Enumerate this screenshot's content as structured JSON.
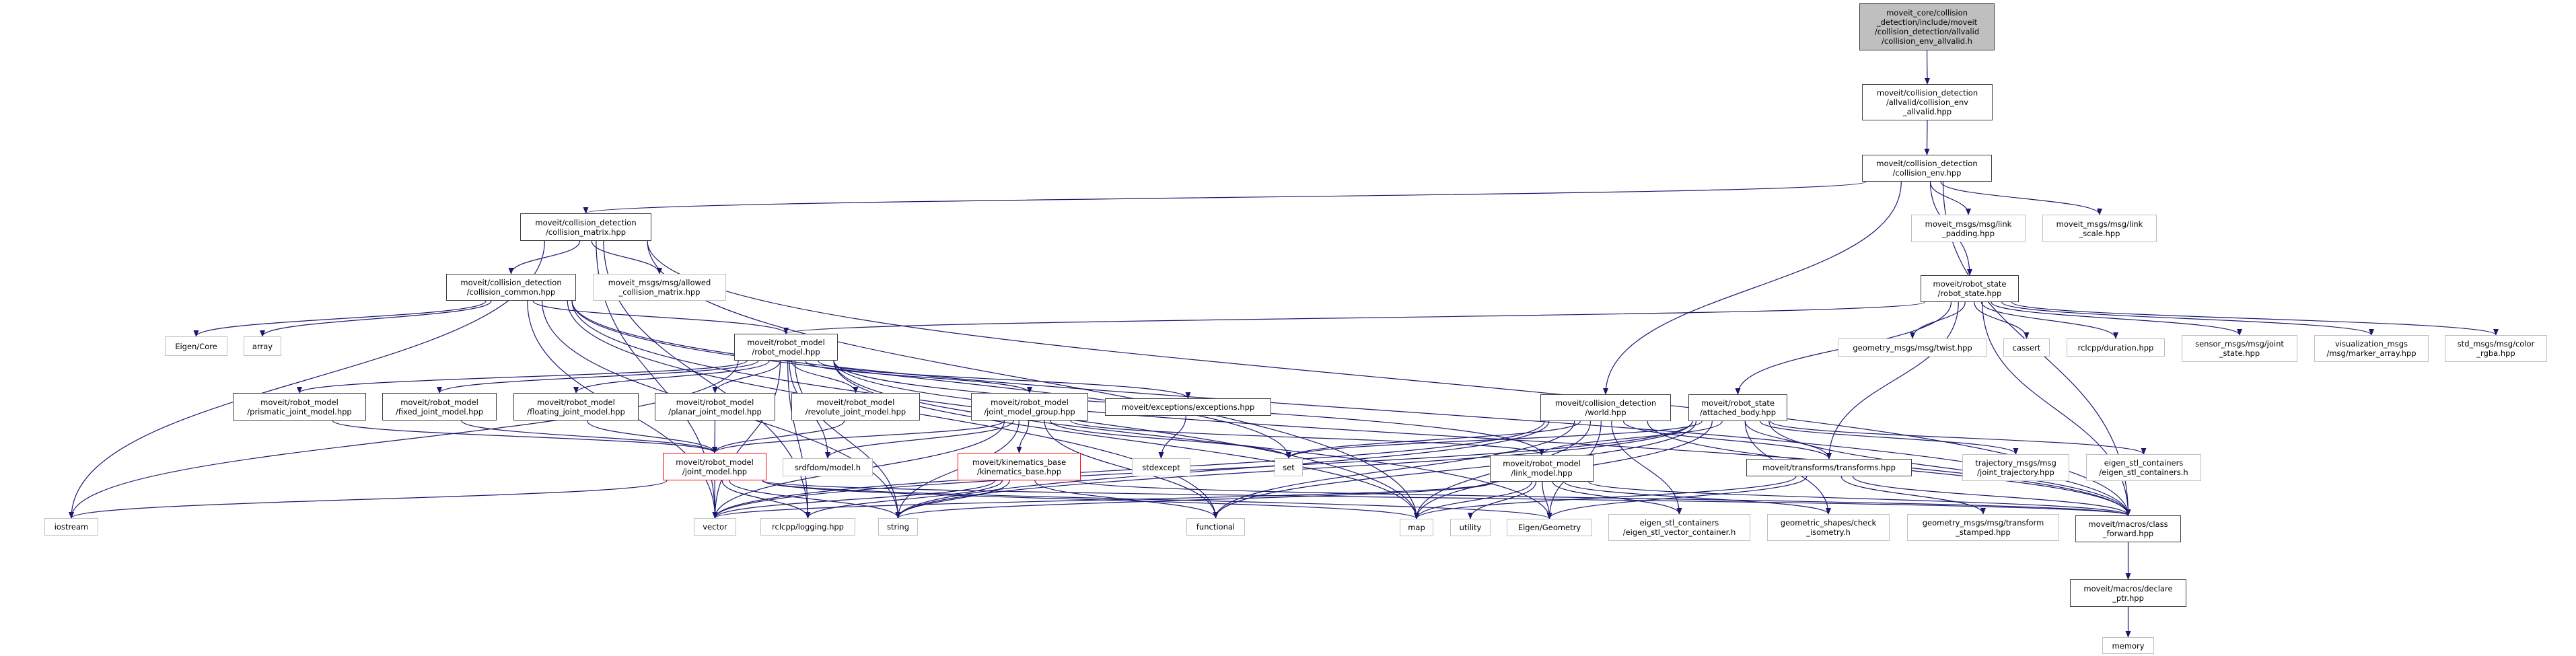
{
  "graph": {
    "edge_color": "#191970",
    "nodes": [
      {
        "id": "root",
        "kind": "root",
        "label": "moveit_core/collision\n_detection/include/moveit\n/collision_detection/allvalid\n/collision_env_allvalid.h"
      },
      {
        "id": "allvalid",
        "kind": "doc",
        "label": "moveit/collision_detection\n/allvalid/collision_env\n_allvalid.hpp"
      },
      {
        "id": "collision_env",
        "kind": "doc",
        "label": "moveit/collision_detection\n/collision_env.hpp"
      },
      {
        "id": "collision_matrix",
        "kind": "doc",
        "label": "moveit/collision_detection\n/collision_matrix.hpp"
      },
      {
        "id": "link_padding",
        "kind": "ext",
        "label": "moveit_msgs/msg/link\n_padding.hpp"
      },
      {
        "id": "link_scale",
        "kind": "ext",
        "label": "moveit_msgs/msg/link\n_scale.hpp"
      },
      {
        "id": "collision_common",
        "kind": "doc",
        "label": "moveit/collision_detection\n/collision_common.hpp"
      },
      {
        "id": "allowed_cm",
        "kind": "ext",
        "label": "moveit_msgs/msg/allowed\n_collision_matrix.hpp"
      },
      {
        "id": "robot_state",
        "kind": "doc",
        "label": "moveit/robot_state\n/robot_state.hpp"
      },
      {
        "id": "eigen_core",
        "kind": "ext",
        "label": "Eigen/Core"
      },
      {
        "id": "array",
        "kind": "ext",
        "label": "array"
      },
      {
        "id": "robot_model",
        "kind": "doc",
        "label": "moveit/robot_model\n/robot_model.hpp"
      },
      {
        "id": "twist",
        "kind": "ext",
        "label": "geometry_msgs/msg/twist.hpp"
      },
      {
        "id": "cassert",
        "kind": "ext",
        "label": "cassert"
      },
      {
        "id": "duration",
        "kind": "ext",
        "label": "rclcpp/duration.hpp"
      },
      {
        "id": "joint_state",
        "kind": "ext",
        "label": "sensor_msgs/msg/joint\n_state.hpp"
      },
      {
        "id": "marker_array",
        "kind": "ext",
        "label": "visualization_msgs\n/msg/marker_array.hpp"
      },
      {
        "id": "color_rgba",
        "kind": "ext",
        "label": "std_msgs/msg/color\n_rgba.hpp"
      },
      {
        "id": "prismatic",
        "kind": "doc",
        "label": "moveit/robot_model\n/prismatic_joint_model.hpp"
      },
      {
        "id": "fixed",
        "kind": "doc",
        "label": "moveit/robot_model\n/fixed_joint_model.hpp"
      },
      {
        "id": "floating",
        "kind": "doc",
        "label": "moveit/robot_model\n/floating_joint_model.hpp"
      },
      {
        "id": "planar",
        "kind": "doc",
        "label": "moveit/robot_model\n/planar_joint_model.hpp"
      },
      {
        "id": "revolute",
        "kind": "doc",
        "label": "moveit/robot_model\n/revolute_joint_model.hpp"
      },
      {
        "id": "jmg",
        "kind": "doc",
        "label": "moveit/robot_model\n/joint_model_group.hpp"
      },
      {
        "id": "exceptions",
        "kind": "doc",
        "label": "moveit/exceptions/exceptions.hpp"
      },
      {
        "id": "world",
        "kind": "doc",
        "label": "moveit/collision_detection\n/world.hpp"
      },
      {
        "id": "attached",
        "kind": "doc",
        "label": "moveit/robot_state\n/attached_body.hpp"
      },
      {
        "id": "joint_model",
        "kind": "red",
        "label": "moveit/robot_model\n/joint_model.hpp"
      },
      {
        "id": "srdfdom",
        "kind": "ext",
        "label": "srdfdom/model.h"
      },
      {
        "id": "kinematics",
        "kind": "red",
        "label": "moveit/kinematics_base\n/kinematics_base.hpp"
      },
      {
        "id": "stdexcept",
        "kind": "ext",
        "label": "stdexcept"
      },
      {
        "id": "set",
        "kind": "ext",
        "label": "set"
      },
      {
        "id": "link_model",
        "kind": "doc",
        "label": "moveit/robot_model\n/link_model.hpp"
      },
      {
        "id": "transforms",
        "kind": "doc",
        "label": "moveit/transforms/transforms.hpp"
      },
      {
        "id": "trajectory",
        "kind": "ext",
        "label": "trajectory_msgs/msg\n/joint_trajectory.hpp"
      },
      {
        "id": "eigen_stl_h",
        "kind": "ext",
        "label": "eigen_stl_containers\n/eigen_stl_containers.h"
      },
      {
        "id": "iostream",
        "kind": "ext",
        "label": "iostream"
      },
      {
        "id": "vector",
        "kind": "ext",
        "label": "vector"
      },
      {
        "id": "logging",
        "kind": "ext",
        "label": "rclcpp/logging.hpp"
      },
      {
        "id": "string",
        "kind": "ext",
        "label": "string"
      },
      {
        "id": "functional",
        "kind": "ext",
        "label": "functional"
      },
      {
        "id": "map",
        "kind": "ext",
        "label": "map"
      },
      {
        "id": "utility",
        "kind": "ext",
        "label": "utility"
      },
      {
        "id": "eigen_geometry",
        "kind": "ext",
        "label": "Eigen/Geometry"
      },
      {
        "id": "eigen_stl_vec",
        "kind": "ext",
        "label": "eigen_stl_containers\n/eigen_stl_vector_container.h"
      },
      {
        "id": "geometric_shapes",
        "kind": "ext",
        "label": "geometric_shapes/check\n_isometry.h"
      },
      {
        "id": "transform_stamped",
        "kind": "ext",
        "label": "geometry_msgs/msg/transform\n_stamped.hpp"
      },
      {
        "id": "class_forward",
        "kind": "doc",
        "label": "moveit/macros/class\n_forward.hpp"
      },
      {
        "id": "declare_ptr",
        "kind": "doc",
        "label": "moveit/macros/declare\n_ptr.hpp"
      },
      {
        "id": "memory",
        "kind": "ext",
        "label": "memory"
      }
    ],
    "edges": [
      [
        "root",
        "allvalid"
      ],
      [
        "allvalid",
        "collision_env"
      ],
      [
        "collision_env",
        "collision_matrix"
      ],
      [
        "collision_env",
        "world"
      ],
      [
        "collision_env",
        "link_padding"
      ],
      [
        "collision_env",
        "link_scale"
      ],
      [
        "collision_env",
        "robot_state"
      ],
      [
        "collision_env",
        "class_forward"
      ],
      [
        "collision_matrix",
        "collision_common"
      ],
      [
        "collision_matrix",
        "allowed_cm"
      ],
      [
        "collision_matrix",
        "iostream"
      ],
      [
        "collision_matrix",
        "vector"
      ],
      [
        "collision_matrix",
        "logging"
      ],
      [
        "collision_matrix",
        "map"
      ],
      [
        "collision_matrix",
        "class_forward"
      ],
      [
        "collision_common",
        "eigen_core"
      ],
      [
        "collision_common",
        "array"
      ],
      [
        "collision_common",
        "robot_model"
      ],
      [
        "collision_common",
        "vector"
      ],
      [
        "collision_common",
        "string"
      ],
      [
        "collision_common",
        "set"
      ],
      [
        "collision_common",
        "map"
      ],
      [
        "collision_common",
        "functional"
      ],
      [
        "collision_common",
        "class_forward"
      ],
      [
        "robot_model",
        "prismatic"
      ],
      [
        "robot_model",
        "fixed"
      ],
      [
        "robot_model",
        "floating"
      ],
      [
        "robot_model",
        "planar"
      ],
      [
        "robot_model",
        "revolute"
      ],
      [
        "robot_model",
        "jmg"
      ],
      [
        "robot_model",
        "exceptions"
      ],
      [
        "robot_model",
        "srdfdom"
      ],
      [
        "robot_model",
        "iostream"
      ],
      [
        "robot_model",
        "vector"
      ],
      [
        "robot_model",
        "string"
      ],
      [
        "robot_model",
        "map"
      ],
      [
        "robot_model",
        "link_model"
      ],
      [
        "robot_model",
        "class_forward"
      ],
      [
        "robot_model",
        "logging"
      ],
      [
        "robot_model",
        "eigen_geometry"
      ],
      [
        "prismatic",
        "joint_model"
      ],
      [
        "fixed",
        "joint_model"
      ],
      [
        "floating",
        "joint_model"
      ],
      [
        "planar",
        "joint_model"
      ],
      [
        "revolute",
        "joint_model"
      ],
      [
        "jmg",
        "joint_model"
      ],
      [
        "jmg",
        "kinematics"
      ],
      [
        "jmg",
        "string"
      ],
      [
        "jmg",
        "functional"
      ],
      [
        "jmg",
        "set"
      ],
      [
        "jmg",
        "link_model"
      ],
      [
        "jmg",
        "vector"
      ],
      [
        "jmg",
        "srdfdom"
      ],
      [
        "exceptions",
        "stdexcept"
      ],
      [
        "joint_model",
        "vector"
      ],
      [
        "joint_model",
        "string"
      ],
      [
        "joint_model",
        "map"
      ],
      [
        "joint_model",
        "iostream"
      ],
      [
        "joint_model",
        "eigen_geometry"
      ],
      [
        "joint_model",
        "class_forward"
      ],
      [
        "joint_model",
        "logging"
      ],
      [
        "kinematics",
        "vector"
      ],
      [
        "kinematics",
        "string"
      ],
      [
        "kinematics",
        "functional"
      ],
      [
        "kinematics",
        "class_forward"
      ],
      [
        "kinematics",
        "logging"
      ],
      [
        "robot_state",
        "robot_model"
      ],
      [
        "robot_state",
        "attached"
      ],
      [
        "robot_state",
        "transforms"
      ],
      [
        "robot_state",
        "twist"
      ],
      [
        "robot_state",
        "cassert"
      ],
      [
        "robot_state",
        "duration"
      ],
      [
        "robot_state",
        "joint_state"
      ],
      [
        "robot_state",
        "marker_array"
      ],
      [
        "robot_state",
        "color_rgba"
      ],
      [
        "robot_state",
        "class_forward"
      ],
      [
        "world",
        "vector"
      ],
      [
        "world",
        "string"
      ],
      [
        "world",
        "map"
      ],
      [
        "world",
        "functional"
      ],
      [
        "world",
        "eigen_geometry"
      ],
      [
        "world",
        "eigen_stl_vec"
      ],
      [
        "world",
        "class_forward"
      ],
      [
        "world",
        "transforms"
      ],
      [
        "world",
        "set"
      ],
      [
        "attached",
        "link_model"
      ],
      [
        "attached",
        "transforms"
      ],
      [
        "attached",
        "trajectory"
      ],
      [
        "attached",
        "eigen_stl_h"
      ],
      [
        "attached",
        "class_forward"
      ],
      [
        "attached",
        "geometric_shapes"
      ],
      [
        "attached",
        "set"
      ],
      [
        "attached",
        "map"
      ],
      [
        "attached",
        "functional"
      ],
      [
        "attached",
        "string"
      ],
      [
        "attached",
        "vector"
      ],
      [
        "link_model",
        "map"
      ],
      [
        "link_model",
        "utility"
      ],
      [
        "link_model",
        "eigen_geometry"
      ],
      [
        "link_model",
        "eigen_stl_vec"
      ],
      [
        "link_model",
        "geometric_shapes"
      ],
      [
        "link_model",
        "class_forward"
      ],
      [
        "link_model",
        "string"
      ],
      [
        "link_model",
        "vector"
      ],
      [
        "transforms",
        "eigen_geometry"
      ],
      [
        "transforms",
        "map"
      ],
      [
        "transforms",
        "transform_stamped"
      ],
      [
        "transforms",
        "class_forward"
      ],
      [
        "class_forward",
        "declare_ptr"
      ],
      [
        "declare_ptr",
        "memory"
      ]
    ]
  }
}
